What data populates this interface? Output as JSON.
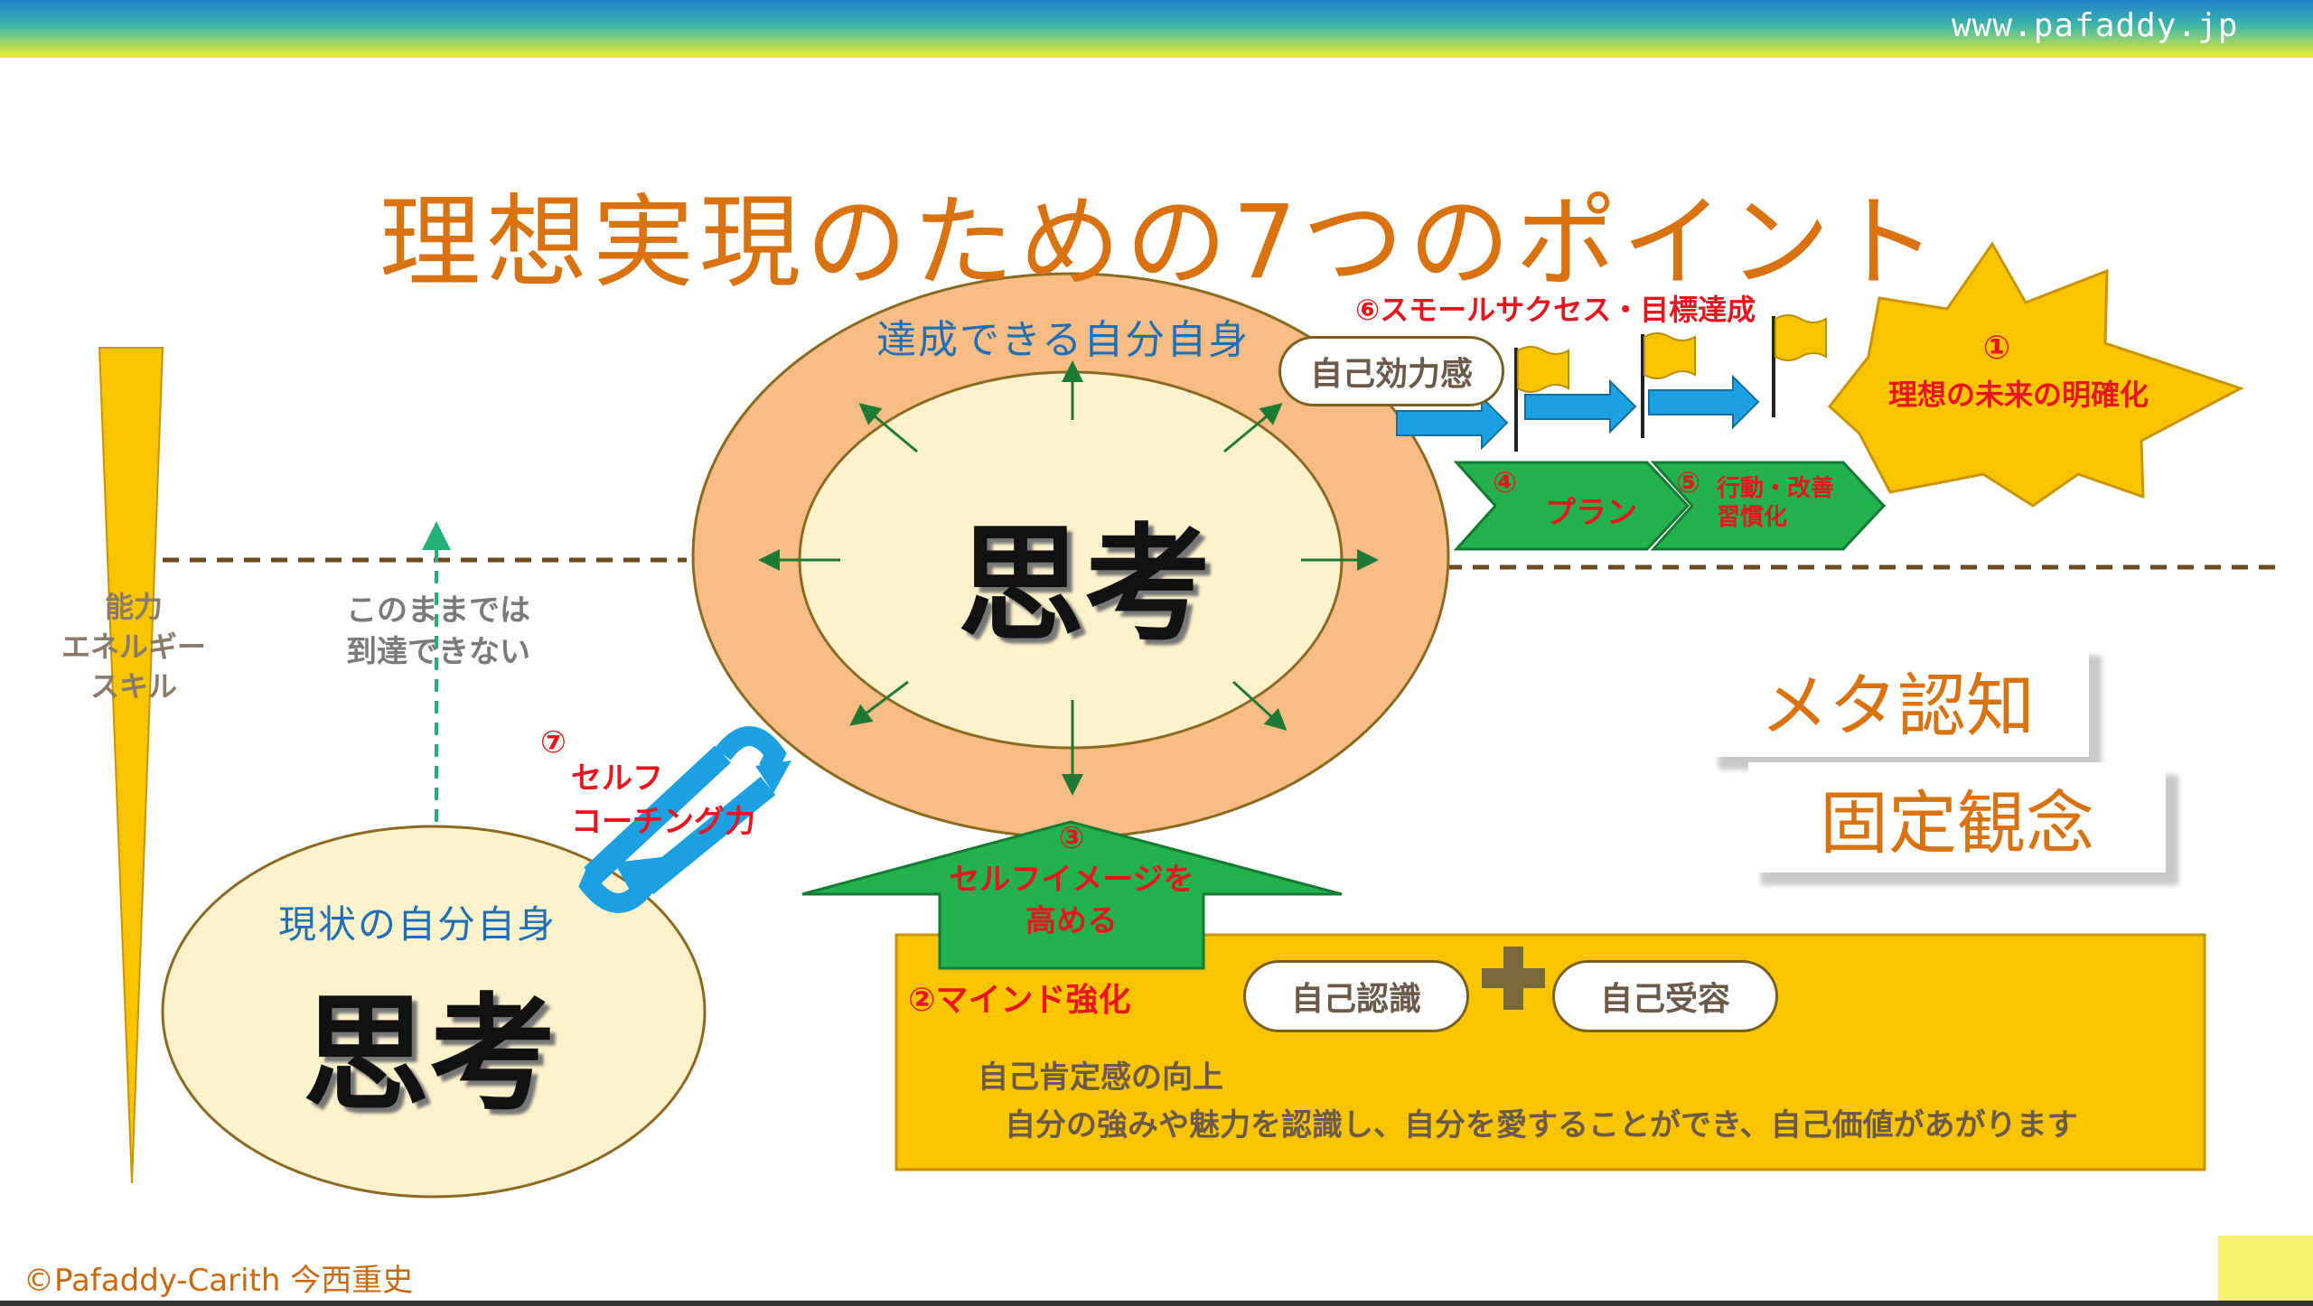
{
  "header": {
    "website": "www.pafaddy.jp"
  },
  "title": "理想実現のための7つのポイント",
  "ellipse_top": {
    "caption": "達成できる自分自身",
    "center_text": "思考"
  },
  "ellipse_bottom": {
    "caption": "現状の自分自身",
    "center_text": "思考"
  },
  "left_scale": {
    "line1": "能力",
    "line2": "エネルギー",
    "line3": "スキル"
  },
  "dashed_note": {
    "line1": "このままでは",
    "line2": "到達できない"
  },
  "points": {
    "p1": {
      "num": "①",
      "label": "理想の未来の明確化"
    },
    "p2": {
      "num": "②",
      "label": "マインド強化"
    },
    "p3": {
      "num": "③",
      "line1": "セルフイメージを",
      "line2": "高める"
    },
    "p4": {
      "num": "④",
      "label": "プラン"
    },
    "p5": {
      "num": "⑤",
      "line1": "行動・改善",
      "line2": "習慣化"
    },
    "p6": {
      "num": "⑥",
      "label": "スモールサクセス・目標達成"
    },
    "p7": {
      "num": "⑦",
      "line1": "セルフ",
      "line2": "コーチング力"
    }
  },
  "self_efficacy": "自己効力感",
  "mind_box": {
    "recognition": "自己認識",
    "plus": "✚",
    "acceptance": "自己受容",
    "heading": "自己肯定感の向上",
    "body": "自分の強みや魅力を認識し、自分を愛することができ、自己価値があがります"
  },
  "cards": {
    "meta": "メタ認知",
    "fixed": "固定観念"
  },
  "footer": {
    "copyright": "©Pafaddy-Carith 今西重史"
  },
  "colors": {
    "title": "#D9720F",
    "outer_ellipse": "#F8BC84",
    "inner_ellipse": "#FDF2CC",
    "gold": "#F9C400",
    "green": "#22B14C",
    "blue": "#1BA1E2",
    "red": "#E8151E",
    "caption_blue": "#1E6FB5"
  }
}
